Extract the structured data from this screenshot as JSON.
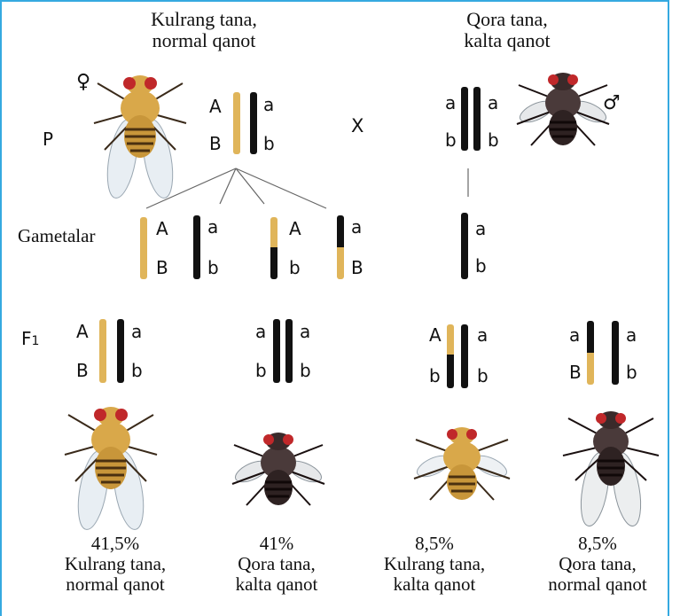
{
  "parents": {
    "female": {
      "sex_symbol": "♀",
      "phenotype_line1": "Kulrang tana,",
      "phenotype_line2": "normal qanot",
      "chrom_left": {
        "top": "A",
        "bottom": "B"
      },
      "chrom_right": {
        "top": "a",
        "bottom": "b"
      }
    },
    "male": {
      "sex_symbol": "♂",
      "phenotype_line1": "Qora tana,",
      "phenotype_line2": "kalta qanot",
      "chrom_left": {
        "top": "a",
        "bottom": "b"
      },
      "chrom_right": {
        "top": "a",
        "bottom": "b"
      }
    },
    "generation_label": "P",
    "cross_symbol": "X"
  },
  "gametes": {
    "label": "Gametalar",
    "female": [
      {
        "top": "A",
        "bottom": "B"
      },
      {
        "top": "a",
        "bottom": "b"
      },
      {
        "top": "A",
        "bottom": "b"
      },
      {
        "top": "a",
        "bottom": "B"
      }
    ],
    "male": [
      {
        "top": "a",
        "bottom": "b"
      }
    ]
  },
  "offspring": {
    "generation_label": "F",
    "generation_sub": "1",
    "items": [
      {
        "percent": "41,5%",
        "line1": "Kulrang tana,",
        "line2": "normal qanot",
        "chrom_left": {
          "top": "A",
          "bottom": "B"
        },
        "chrom_right": {
          "top": "a",
          "bottom": "b"
        }
      },
      {
        "percent": "41%",
        "line1": "Qora tana,",
        "line2": "kalta qanot",
        "chrom_left": {
          "top": "a",
          "bottom": "b"
        },
        "chrom_right": {
          "top": "a",
          "bottom": "b"
        }
      },
      {
        "percent": "8,5%",
        "line1": "Kulrang tana,",
        "line2": "kalta qanot",
        "chrom_left": {
          "top": "A",
          "bottom": "b"
        },
        "chrom_right": {
          "top": "a",
          "bottom": "b"
        }
      },
      {
        "percent": "8,5%",
        "line1": "Qora tana,",
        "line2": "normal qanot",
        "chrom_left": {
          "top": "a",
          "bottom": "B"
        },
        "chrom_right": {
          "top": "a",
          "bottom": "b"
        }
      }
    ]
  },
  "colors": {
    "frame": "#35a9e0",
    "gold_chromosome": "#e0b55a",
    "black_chromosome": "#111111",
    "gray_body": "#d9a84a",
    "black_body": "#3a2a2a",
    "eye": "#c0282a"
  },
  "icons": {
    "gray_fly": "gray-bodied-fruit-fly-icon",
    "black_fly": "black-bodied-fruit-fly-icon"
  }
}
